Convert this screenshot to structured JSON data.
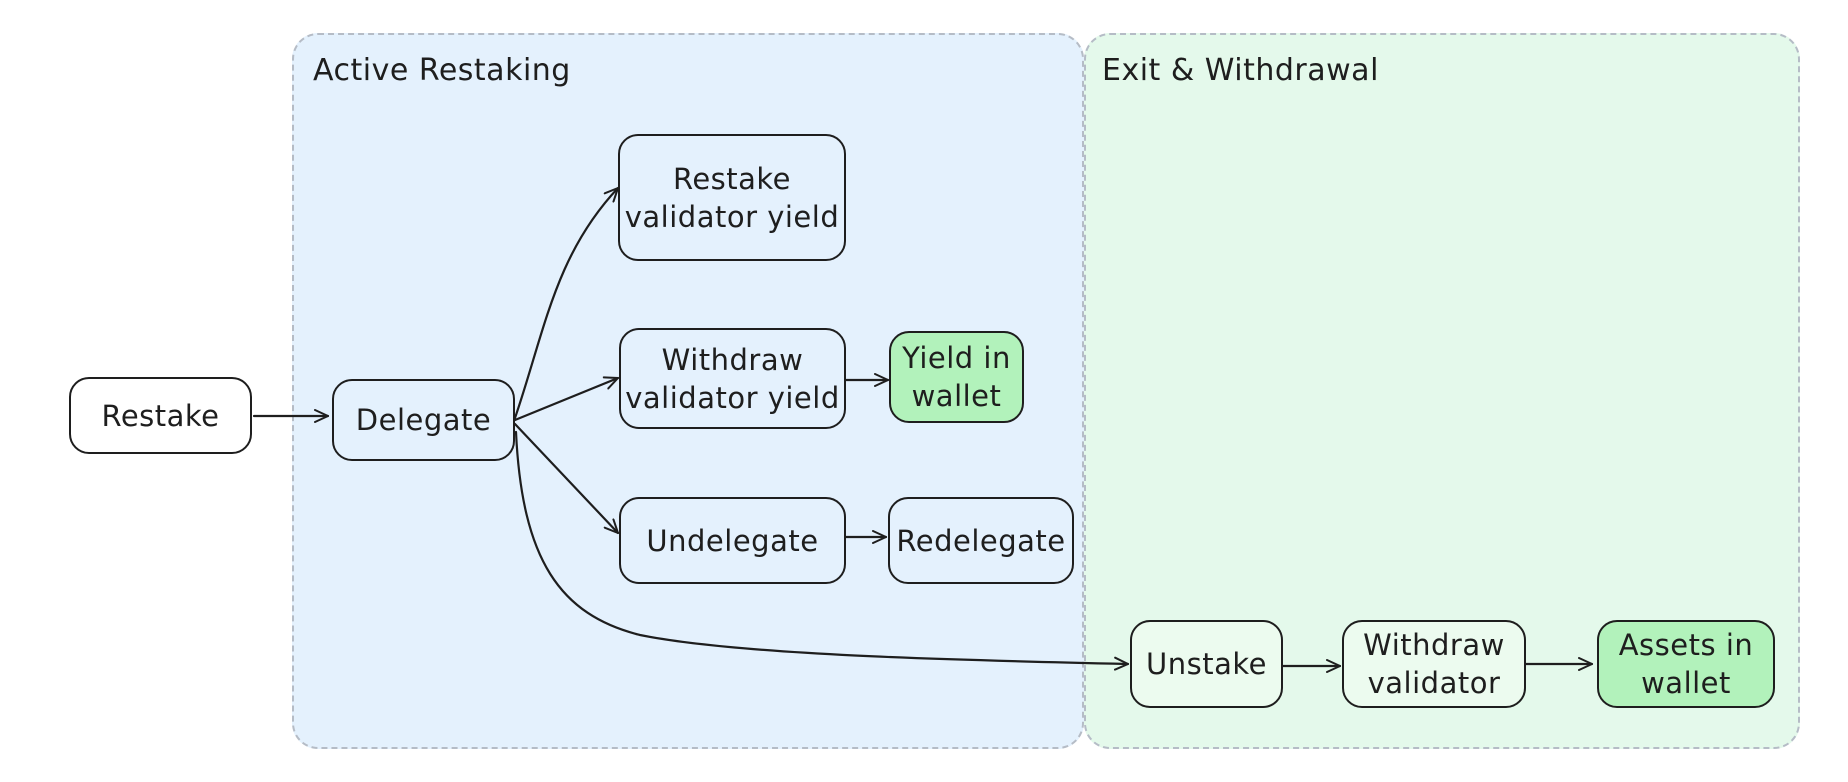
{
  "groups": {
    "active": {
      "title": "Active Restaking",
      "fill": "#e4f1fd"
    },
    "exit": {
      "title": "Exit & Withdrawal",
      "fill": "#e4f9eb"
    }
  },
  "nodes": {
    "restake": {
      "label": "Restake"
    },
    "delegate": {
      "label": "Delegate"
    },
    "restake_yield": {
      "line1": "Restake",
      "line2": "validator yield"
    },
    "withdraw_yield": {
      "line1": "Withdraw",
      "line2": "validator yield"
    },
    "yield_wallet": {
      "line1": "Yield in",
      "line2": "wallet"
    },
    "undelegate": {
      "label": "Undelegate"
    },
    "redelegate": {
      "label": "Redelegate"
    },
    "unstake": {
      "label": "Unstake"
    },
    "withdraw_validator": {
      "line1": "Withdraw",
      "line2": "validator"
    },
    "assets_wallet": {
      "line1": "Assets in",
      "line2": "wallet"
    }
  },
  "colors": {
    "stroke": "#1e1e1e",
    "group_border": "#b5bcc6",
    "wallet_fill": "#b2f2bb"
  }
}
